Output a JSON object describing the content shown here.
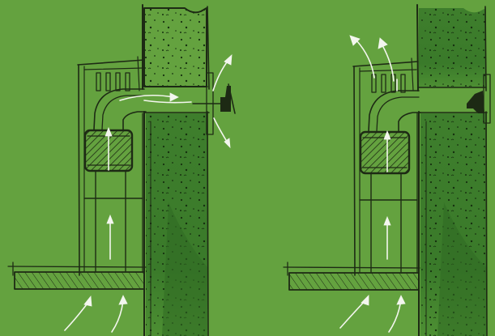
{
  "figure": {
    "background_color": "#64a23f",
    "wall_color": "#3a7a2a",
    "wall_shade_color": "#2f6a22",
    "ink_color": "#1d2a14",
    "airflow_color": "#f3f6ee",
    "panels": [
      {
        "id": "left",
        "state": "vent-open",
        "icons": [
          "duct-icon",
          "filter-icon",
          "vent-cap-open-icon",
          "airflow-arrow-icon"
        ]
      },
      {
        "id": "right",
        "state": "vent-closed",
        "icons": [
          "duct-icon",
          "filter-icon",
          "vent-cap-closed-icon",
          "airflow-arrow-icon"
        ]
      }
    ]
  }
}
